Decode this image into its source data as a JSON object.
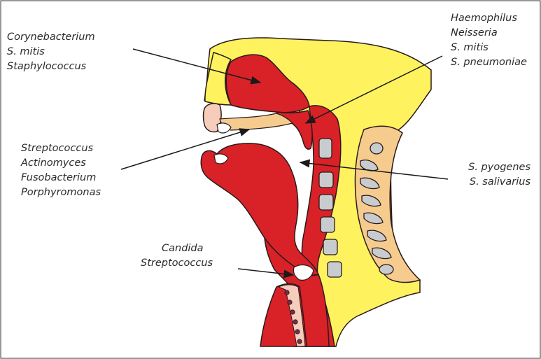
{
  "colors": {
    "tissue_red": "#d92128",
    "outline": "#2a1a1a",
    "skin_yellow": "#fef25f",
    "bone_beige": "#f6cc8e",
    "cartilage_gray": "#c9ccce",
    "lip_pink": "#f6cdbb",
    "airway_white": "#ffffff",
    "ring_purple": "#7a2a4a",
    "frame_border": "#555555"
  },
  "labels": {
    "upper_left": [
      "Corynebacterium",
      "S. mitis",
      "Staphylococcus"
    ],
    "upper_right": [
      "Haemophilus",
      "Neisseria",
      "S. mitis",
      "S. pneumoniae"
    ],
    "middle_left": [
      "Streptococcus",
      "Actinomyces",
      "Fusobacterium",
      "Porphyromonas"
    ],
    "middle_right": [
      "S. pyogenes",
      "S. salivarius"
    ],
    "lower_center": [
      "Candida",
      "Streptococcus"
    ]
  }
}
